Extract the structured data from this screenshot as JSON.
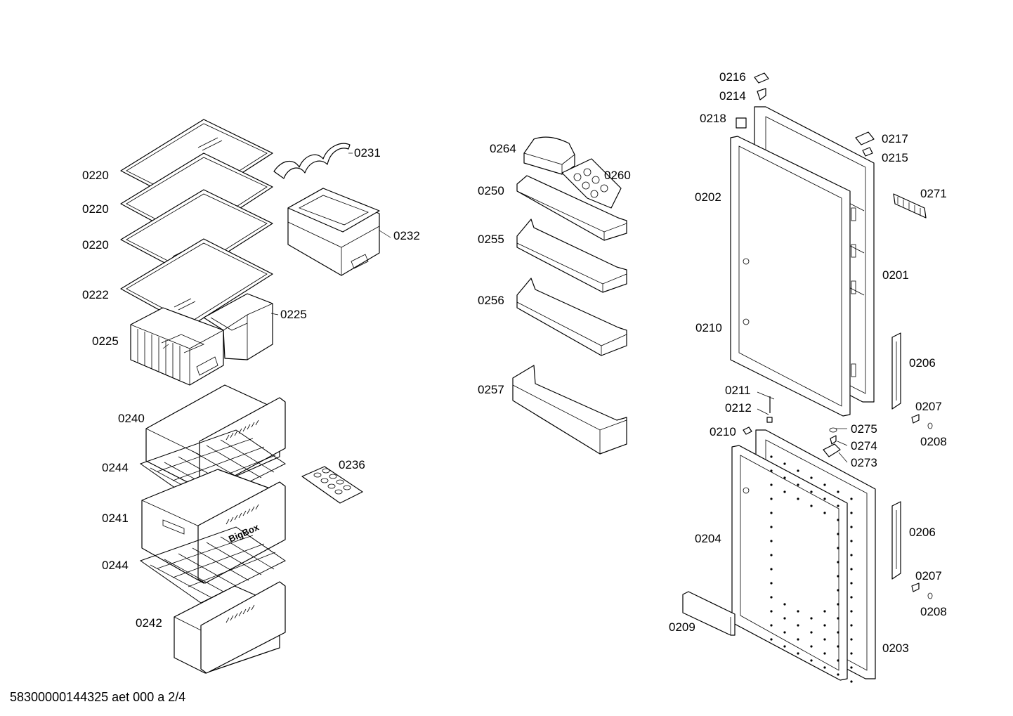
{
  "labels": {
    "p0220a": "0220",
    "p0220b": "0220",
    "p0220c": "0220",
    "p0222": "0222",
    "p0225a": "0225",
    "p0225b": "0225",
    "p0231": "0231",
    "p0232": "0232",
    "p0240": "0240",
    "p0244a": "0244",
    "p0241": "0241",
    "p0244b": "0244",
    "p0242": "0242",
    "p0236": "0236",
    "p0264": "0264",
    "p0260": "0260",
    "p0250": "0250",
    "p0255": "0255",
    "p0256": "0256",
    "p0257": "0257",
    "p0216": "0216",
    "p0214": "0214",
    "p0218": "0218",
    "p0217": "0217",
    "p0215": "0215",
    "p0202": "0202",
    "p0271": "0271",
    "p0201": "0201",
    "p0210a": "0210",
    "p0206a": "0206",
    "p0211": "0211",
    "p0212": "0212",
    "p0207a": "0207",
    "p0210b": "0210",
    "p0275": "0275",
    "p0208a": "0208",
    "p0274": "0274",
    "p0273": "0273",
    "p0204": "0204",
    "p0206b": "0206",
    "p0207b": "0207",
    "p0208b": "0208",
    "p0209": "0209",
    "p0203": "0203"
  },
  "drawer_print": "BigBox",
  "footer": "58300000144325 aet 000 a 2/4"
}
